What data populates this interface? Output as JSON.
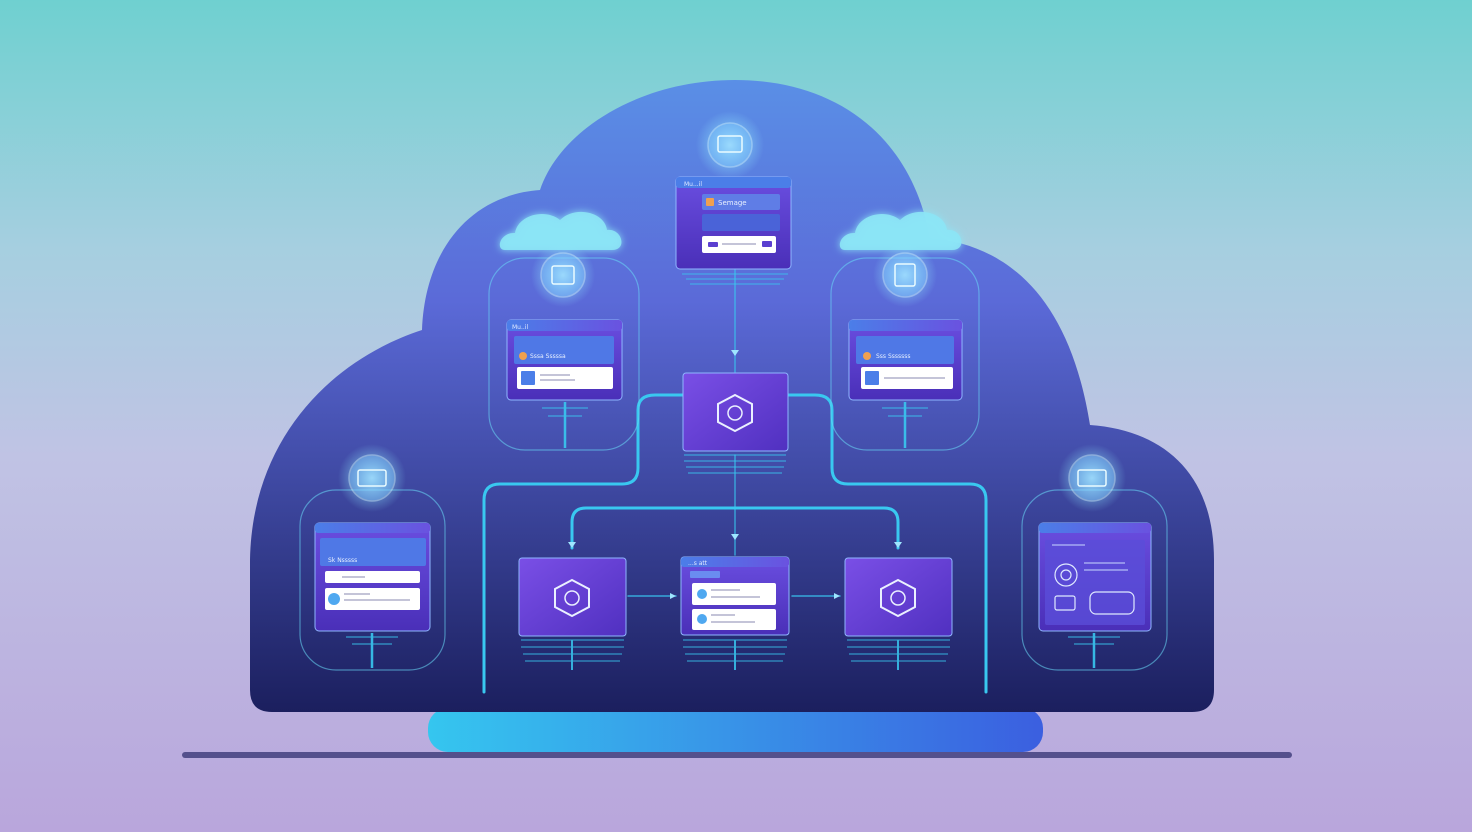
{
  "diagram": {
    "colors": {
      "bg_top": "#6fd0d0",
      "bg_bottom": "#b9a6dc",
      "cloud_top": "#5a8fe6",
      "cloud_bottom": "#1b1f5e",
      "panel": "#5b3fd0",
      "panel_header": "#4b7ee8",
      "connector": "#39c8f0",
      "glow": "#8fe8ff",
      "base_bar_start": "#35c6ef",
      "base_bar_end": "#3b5fe0"
    },
    "top_panel": {
      "header_text": "Mu...il",
      "title": "Semage"
    },
    "left_panel": {
      "header_text": "Mu..il",
      "title": "Sssa Sssssa"
    },
    "right_panel": {
      "header_text": "",
      "title": "Sss Sssssss"
    },
    "far_left_panel": {
      "header_text": "",
      "title": "Sk Nsssss"
    },
    "center_bottom_panel": {
      "header_text": "...s att"
    },
    "hub_label": "",
    "left_node_label": "",
    "right_node_label": ""
  }
}
